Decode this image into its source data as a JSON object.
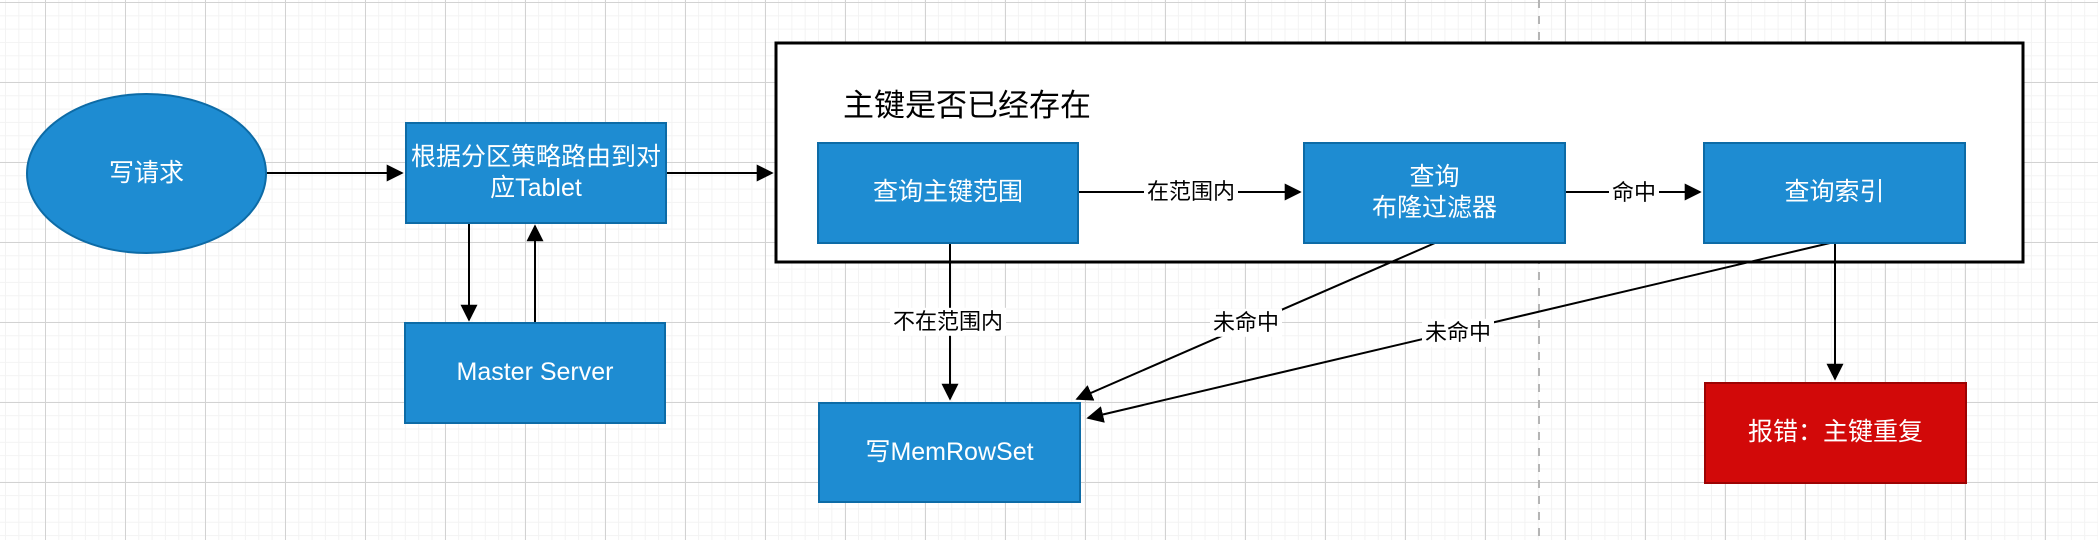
{
  "diagram": {
    "nodes": {
      "write_request": "写请求",
      "route_tablet": "根据分区策略路由到对\n应Tablet",
      "master_server": "Master Server",
      "container_title": "主键是否已经存在",
      "query_key_range": "查询主键范围",
      "query_bloom": "查询\n布隆过滤器",
      "query_index": "查询索引",
      "write_memrowset": "写MemRowSet",
      "error_duplicate_key": "报错：主键重复"
    },
    "edge_labels": {
      "in_range": "在范围内",
      "hit": "命中",
      "not_in_range": "不在范围内",
      "miss_bloom": "未命中",
      "miss_index": "未命中"
    },
    "colors": {
      "node_fill": "#1e8cd2",
      "node_stroke": "#0d6ba6",
      "error_fill": "#d20909",
      "error_stroke": "#9c0303",
      "container_fill": "#ffffff",
      "container_stroke": "#000000",
      "edge_color": "#000000",
      "page_divider": "#b5b5b5",
      "grid_minor": "#f3f3f3",
      "grid_major": "#d2d2d2"
    }
  }
}
